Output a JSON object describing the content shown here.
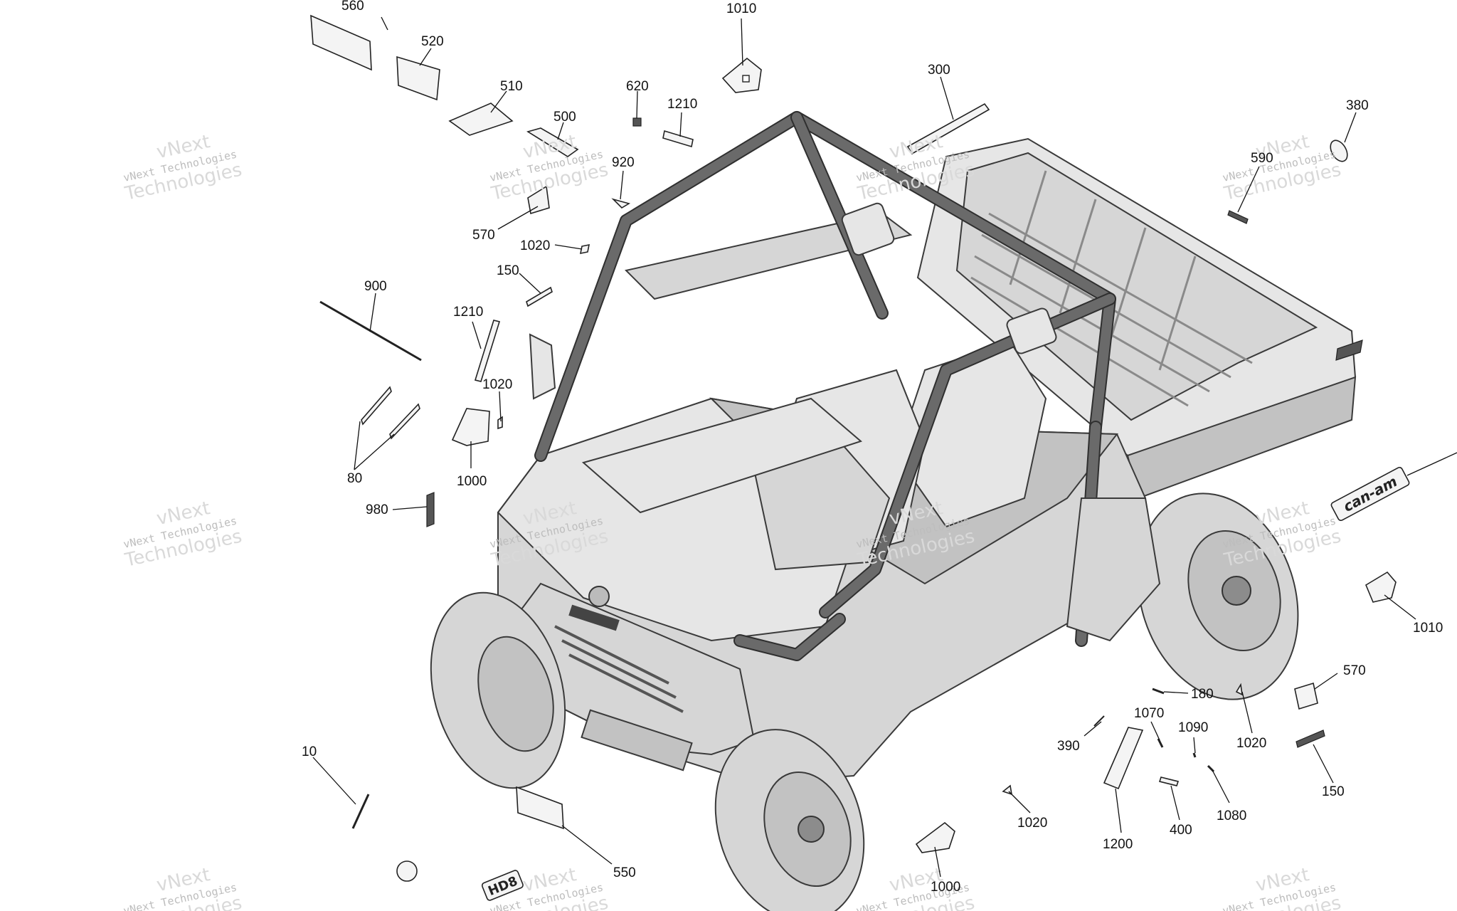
{
  "watermark": {
    "line1": "vNext",
    "line2": "vNext Technologies",
    "line3": "Technologies"
  },
  "callouts": [
    {
      "id": "c560",
      "label": "560"
    },
    {
      "id": "c520",
      "label": "520"
    },
    {
      "id": "c510",
      "label": "510"
    },
    {
      "id": "c500",
      "label": "500"
    },
    {
      "id": "c620",
      "label": "620"
    },
    {
      "id": "c1010a",
      "label": "1010"
    },
    {
      "id": "c1210a",
      "label": "1210"
    },
    {
      "id": "c300",
      "label": "300"
    },
    {
      "id": "c380",
      "label": "380"
    },
    {
      "id": "c590",
      "label": "590"
    },
    {
      "id": "c920",
      "label": "920"
    },
    {
      "id": "c570a",
      "label": "570"
    },
    {
      "id": "c1020a",
      "label": "1020"
    },
    {
      "id": "c150a",
      "label": "150"
    },
    {
      "id": "c900",
      "label": "900"
    },
    {
      "id": "c1210b",
      "label": "1210"
    },
    {
      "id": "c1020b",
      "label": "1020"
    },
    {
      "id": "c80",
      "label": "80"
    },
    {
      "id": "c1000a",
      "label": "1000"
    },
    {
      "id": "c980",
      "label": "980"
    },
    {
      "id": "c1010b",
      "label": "1010"
    },
    {
      "id": "c570b",
      "label": "570"
    },
    {
      "id": "c180",
      "label": "180"
    },
    {
      "id": "c1070",
      "label": "1070"
    },
    {
      "id": "c1090",
      "label": "1090"
    },
    {
      "id": "c390",
      "label": "390"
    },
    {
      "id": "c1020c",
      "label": "1020"
    },
    {
      "id": "c150b",
      "label": "150"
    },
    {
      "id": "c1080",
      "label": "1080"
    },
    {
      "id": "c400",
      "label": "400"
    },
    {
      "id": "c1200",
      "label": "1200"
    },
    {
      "id": "c1020d",
      "label": "1020"
    },
    {
      "id": "c10",
      "label": "10"
    },
    {
      "id": "c550",
      "label": "550"
    },
    {
      "id": "c1000b",
      "label": "1000"
    }
  ],
  "decals": {
    "brand_logo_text": "can-am",
    "hd_badge_text": "HD8"
  }
}
